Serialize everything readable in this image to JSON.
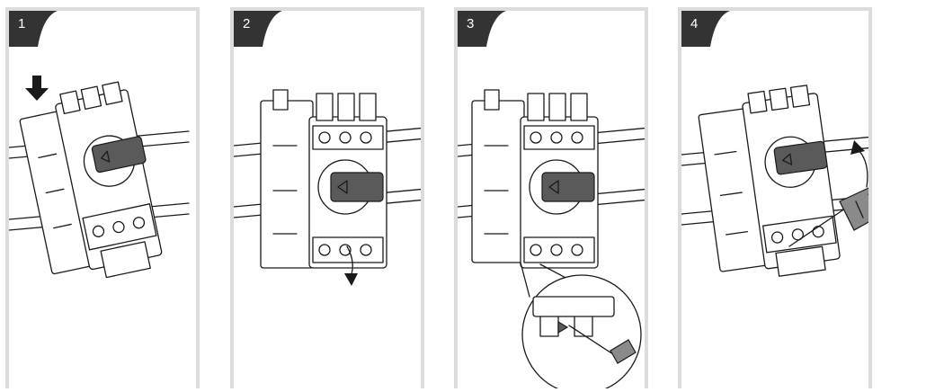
{
  "steps": [
    {
      "number": "1"
    },
    {
      "number": "2"
    },
    {
      "number": "3"
    },
    {
      "number": "4"
    }
  ],
  "colors": {
    "tab": "#333333",
    "frame": "#dcdcdc",
    "line": "#1a1a1a",
    "grip": "#5a5a5a"
  },
  "icons": [
    "arrow-down-icon",
    "rotate-arrow-icon",
    "screwdriver-icon",
    "magnifier-detail-icon"
  ]
}
